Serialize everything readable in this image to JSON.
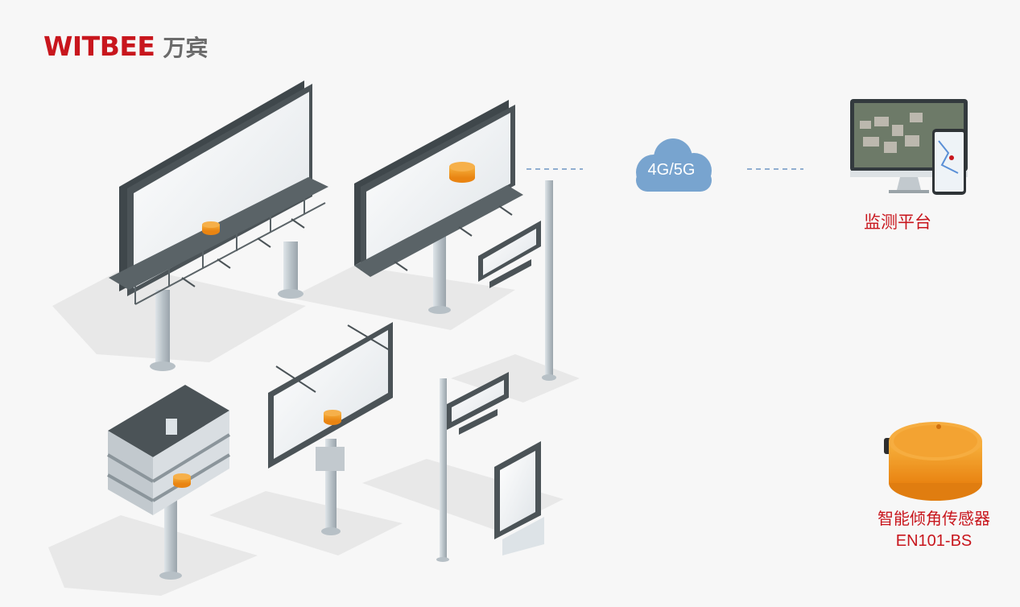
{
  "brand": {
    "name_en": "WITBEE",
    "name_cn": "万宾"
  },
  "network": {
    "label": "4G/5G",
    "icon": "cloud-icon"
  },
  "platform": {
    "label": "监测平台",
    "icon": "monitor-phone-icon"
  },
  "sensor": {
    "name": "智能倾角传感器",
    "model": "EN101-BS",
    "icon": "tilt-sensor-icon"
  },
  "colors": {
    "brand_red": "#c8161d",
    "sensor_orange": "#f39a1e",
    "cloud_blue": "#78a4cf",
    "billboard_frame": "#4b5357",
    "pole_gray": "#c6ced4"
  }
}
